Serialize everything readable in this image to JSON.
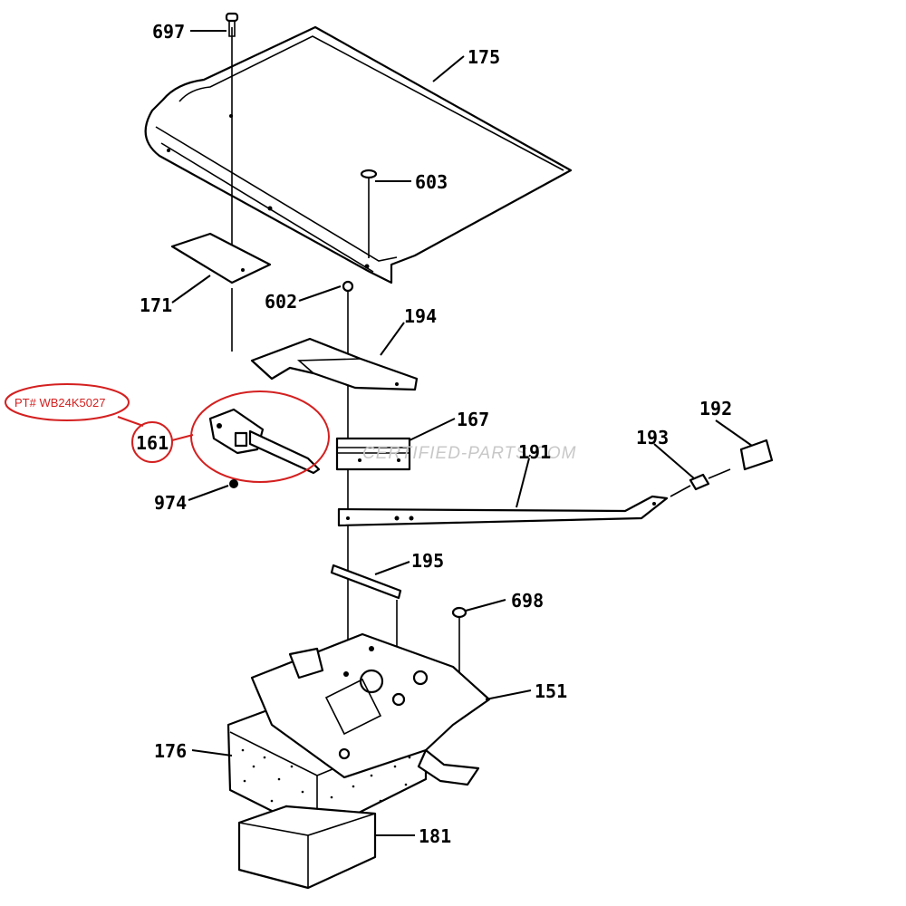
{
  "callouts": {
    "c697": "697",
    "c175": "175",
    "c603": "603",
    "c171": "171",
    "c602": "602",
    "c194": "194",
    "c161_circled": "161",
    "c167": "167",
    "c974": "974",
    "c192": "192",
    "c193": "193",
    "c191": "191",
    "c195": "195",
    "c698": "698",
    "c151": "151",
    "c176": "176",
    "c181": "181"
  },
  "part_tag": "PT# WB24K5027",
  "watermark": "CERTIFIED-PARTS.COM",
  "colors": {
    "ink": "#000000",
    "highlight": "#d42020",
    "watermark": "#c8c8c8"
  }
}
